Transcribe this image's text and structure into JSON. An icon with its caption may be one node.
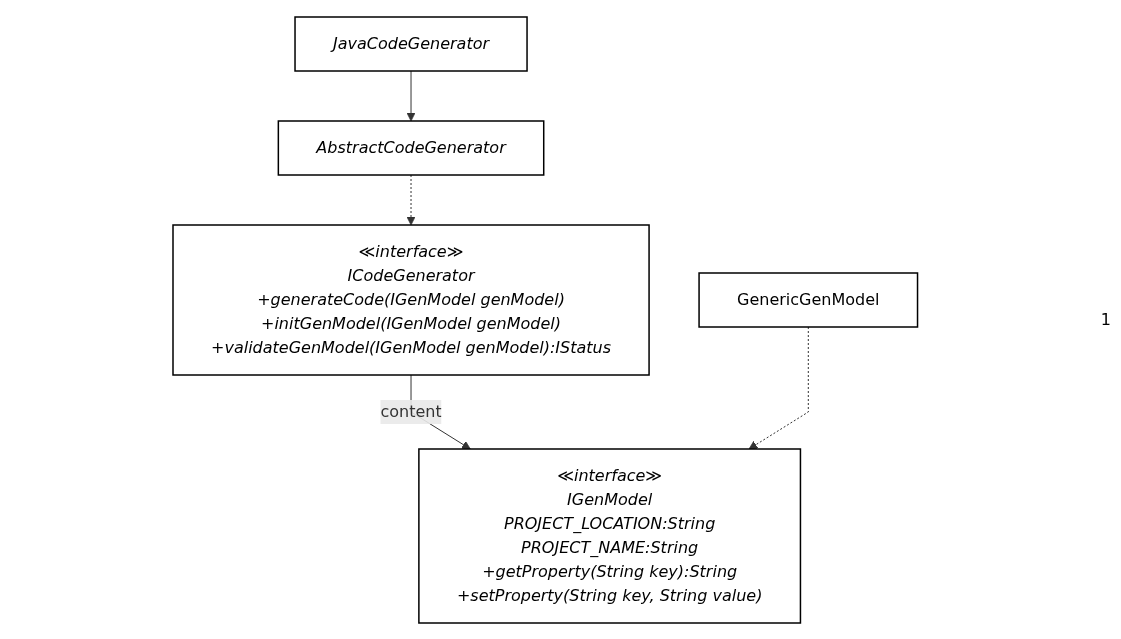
{
  "diagram": {
    "nodes": [
      {
        "text": [
          "AbstractCodeGenerator"
        ]
      },
      {
        "text": [
          "≪interface≫",
          "ICodeGenerator",
          "+generateCode(IGenModel genModel)",
          "+initGenModel(IGenModel genModel)",
          "+validateGenModel(IGenModel genModel):IStatus"
        ]
      },
      {
        "text": [
          "JavaCodeGenerator"
        ]
      },
      {
        "text": [
          "GenericGenModel"
        ]
      },
      {
        "text": [
          "≪interface≫",
          "IGenModel",
          "PROJECT_LOCATION:String",
          "PROJECT_NAME:String",
          "+getProperty(String key):String",
          "+setProperty(String key, String value)"
        ]
      }
    ],
    "edges": [
      {
        "from": 0,
        "to": 1,
        "arrow": "to",
        "style": "dashed"
      },
      {
        "from": 2,
        "to": 0,
        "arrow": "to"
      },
      {
        "from": 1,
        "to": 4,
        "arrow": "to",
        "label": "content"
      },
      {
        "from": 3,
        "to": 4,
        "arrow": "to",
        "style": "dashed"
      }
    ],
    "labels": [
      "1"
    ]
  }
}
